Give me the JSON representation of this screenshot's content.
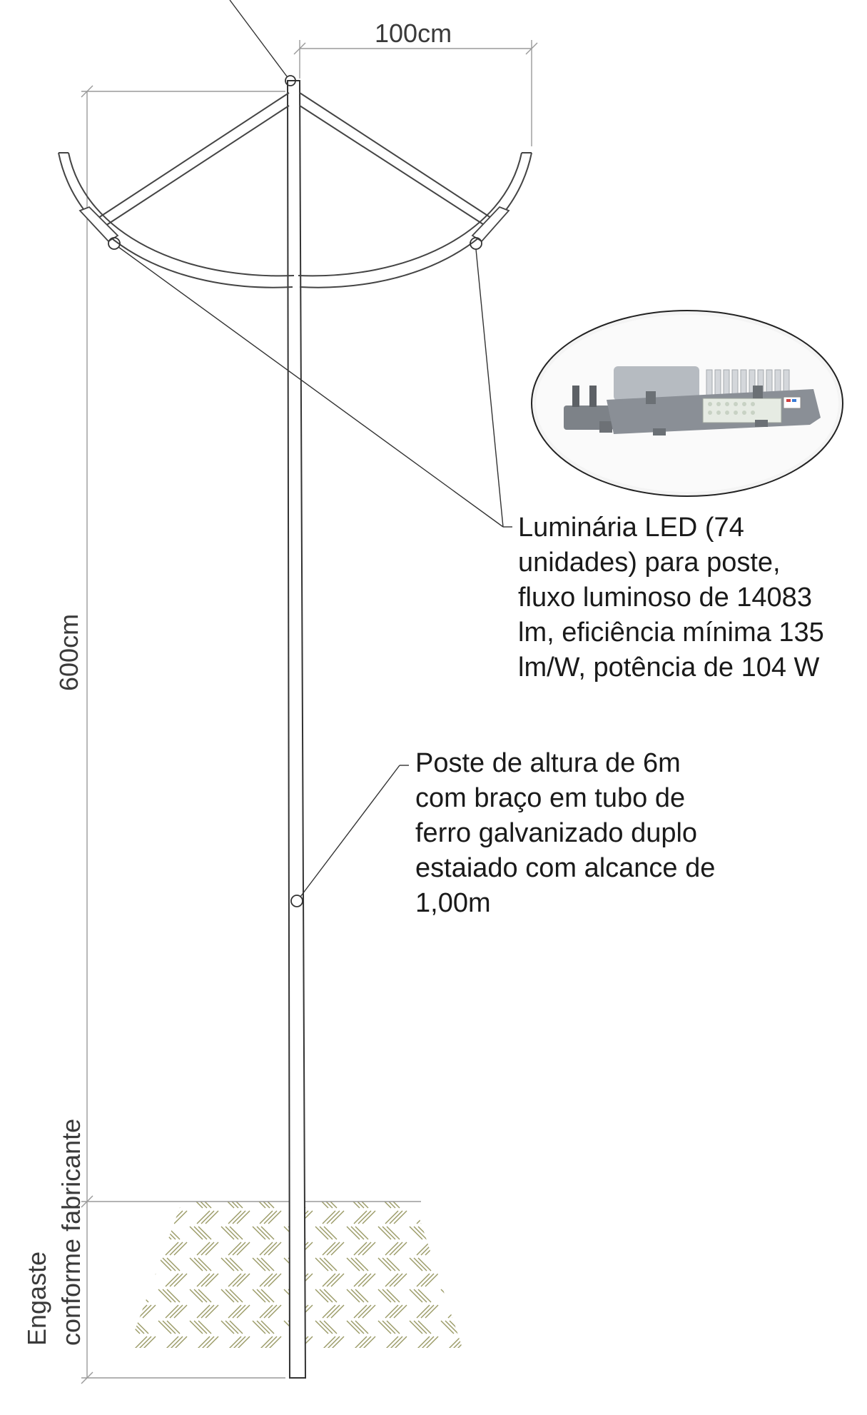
{
  "drawing": {
    "dimensions": {
      "horizontal_reach": "100cm",
      "pole_height": "600cm",
      "embedding": [
        "Engaste",
        "conforme fabricante"
      ]
    },
    "callouts": {
      "luminaire": [
        "Luminária LED (74",
        "unidades) para poste,",
        "fluxo luminoso de 14083",
        "lm, eficiência mínima 135",
        "lm/W, potência de 104 W"
      ],
      "pole": [
        "Poste  de altura de 6m",
        "com braço em tubo de",
        "ferro galvanizado duplo",
        "estaiado com alcance de",
        "1,00m"
      ]
    },
    "image": {
      "subject": "led-street-luminaire-photo",
      "colors": {
        "housing": "#8a8f96",
        "heatsink": "#c9ccd0",
        "led_panel": "#e6ebe3",
        "soil_hatch": "#9a9a66"
      }
    }
  }
}
